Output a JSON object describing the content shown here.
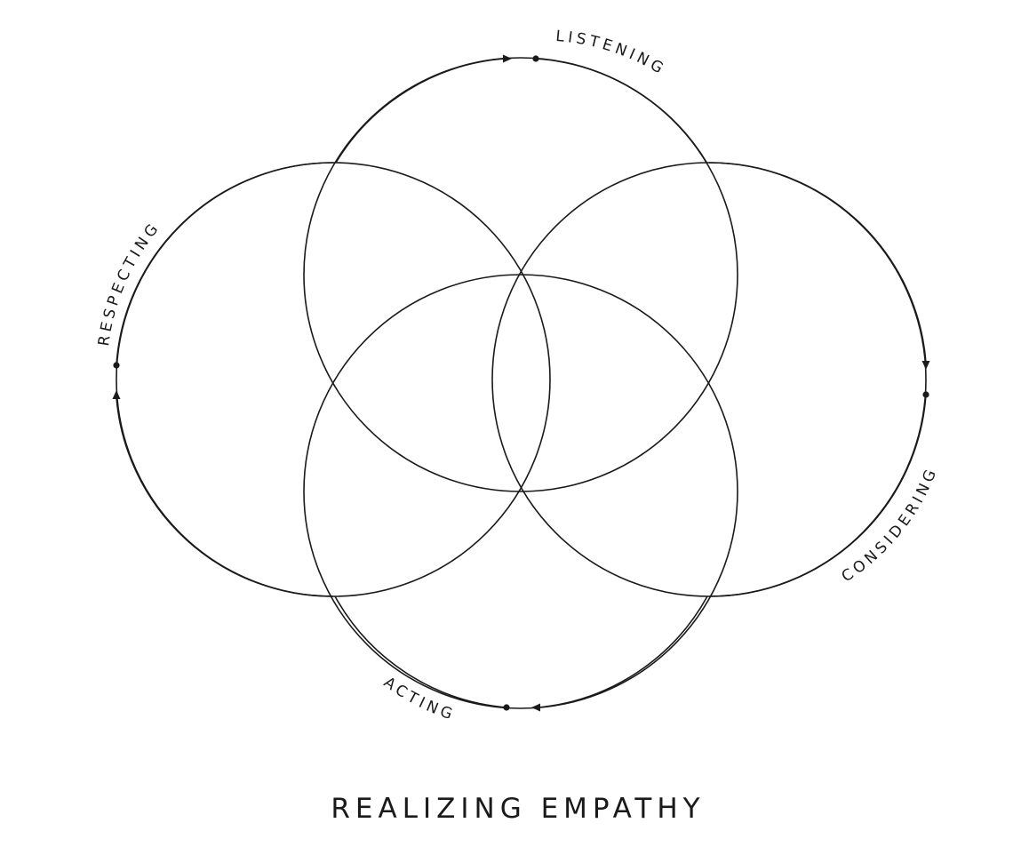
{
  "diagram": {
    "title": "REALIZING EMPATHY",
    "labels": {
      "listening": "LISTENING",
      "considering": "CONSIDERING",
      "acting": "ACTING",
      "respecting": "RESPECTING"
    },
    "circles": [
      "top",
      "right",
      "bottom",
      "left"
    ],
    "stroke_color": "#1a1a1a",
    "background_color": "#ffffff"
  }
}
